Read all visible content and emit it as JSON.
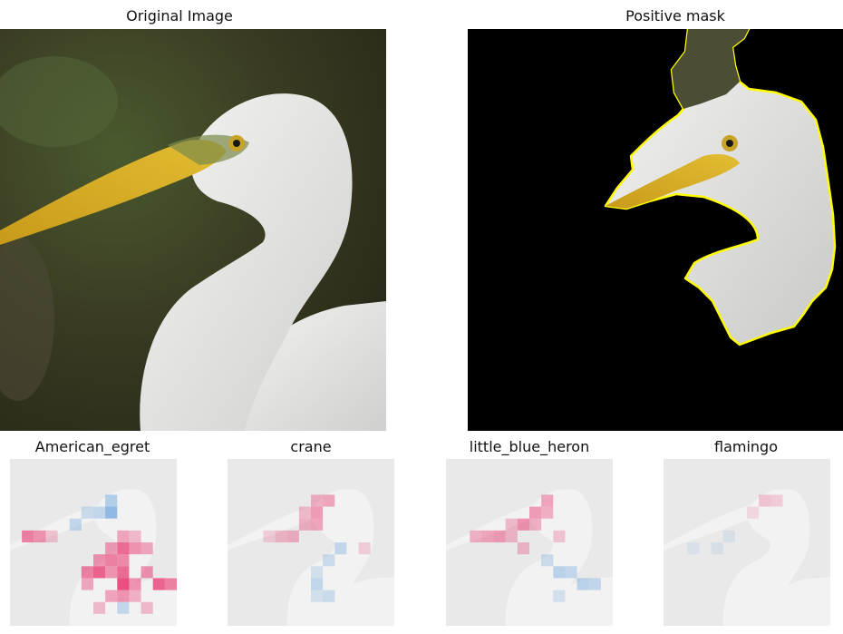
{
  "figure": {
    "top_left_title": "Original Image",
    "top_right_title": "Positive mask",
    "class_titles": [
      "American_egret",
      "crane",
      "little_blue_heron",
      "flamingo"
    ]
  },
  "colors": {
    "mask_outline": "#ffff00",
    "mask_background": "#000000",
    "positive_attribution": "#e8336b",
    "negative_attribution": "#4f95d9",
    "heatmap_background": "#e9e9e9"
  }
}
